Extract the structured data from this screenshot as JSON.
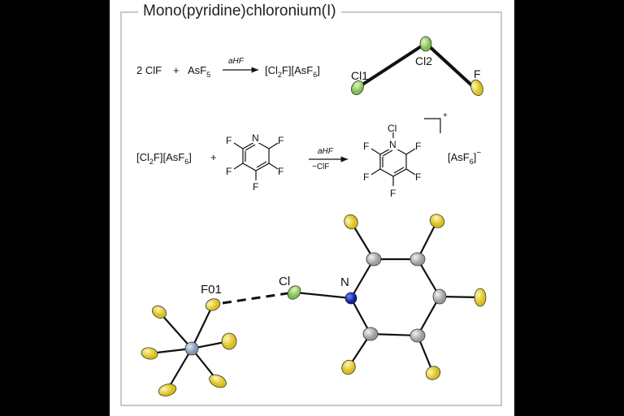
{
  "title": "Mono(pyridine)chloronium(I)",
  "reaction1": {
    "coef": "2 ClF",
    "plus": "+",
    "reagent": "AsF",
    "reagent_sub": "5",
    "cond": "aHF",
    "prod_a": "[Cl",
    "prod_sub1": "2",
    "prod_b": "F][AsF",
    "prod_sub2": "6",
    "prod_c": "]"
  },
  "struct1": {
    "cl1": "Cl1",
    "cl2": "Cl2",
    "f": "F"
  },
  "reaction2": {
    "sm_a": "[Cl",
    "sm_sub1": "2",
    "sm_b": "F][AsF",
    "sm_sub2": "6",
    "sm_c": "]",
    "plus": "+",
    "cond_top": "aHF",
    "cond_bottom": "−ClF",
    "anion_a": "[AsF",
    "anion_sub": "6",
    "anion_c": "]",
    "anion_charge": "−",
    "cation_charge": "+",
    "atom_N": "N",
    "atom_F": "F",
    "atom_Cl": "Cl"
  },
  "struct2": {
    "f01": "F01",
    "cl": "Cl",
    "n": "N"
  },
  "colors": {
    "frame": "#c8c8c8",
    "fluorine": "#e8d23a",
    "chlorine": "#a6d67a",
    "nitrogen": "#1534c8",
    "carbon": "#c8c8c8",
    "arsenic": "#8fa8c0"
  }
}
